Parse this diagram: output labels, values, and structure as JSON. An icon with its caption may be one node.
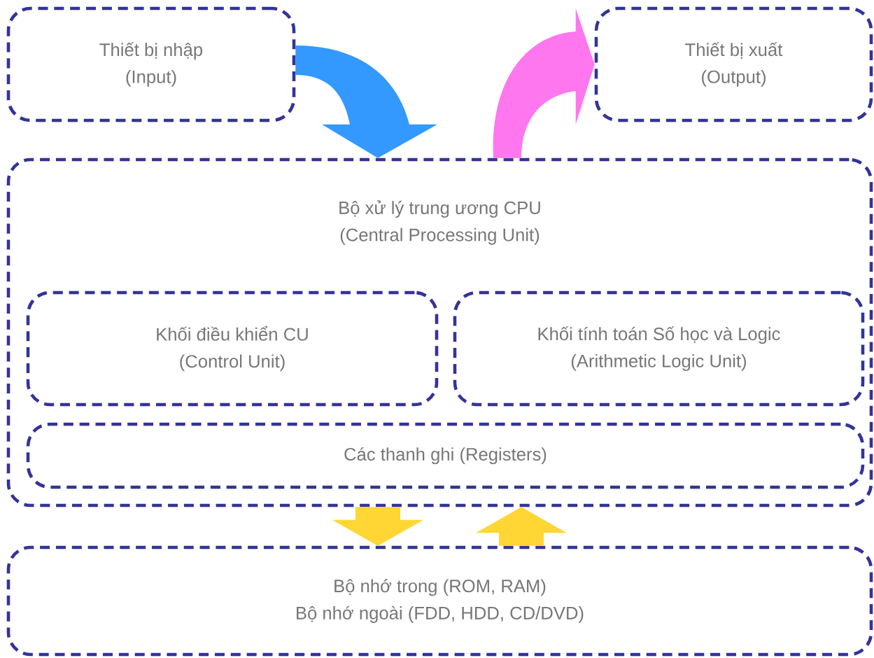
{
  "diagram": {
    "nodes": [
      {
        "text": [
          "Thiết bị nhập",
          "(Input)"
        ]
      },
      {
        "text": [
          "Thiết bị xuất",
          "(Output)"
        ]
      },
      {
        "text": [
          "Bộ xử lý trung ương CPU",
          "(Central Processing Unit)"
        ]
      },
      {
        "text": [
          "Khối điều khiển CU",
          "(Control Unit)"
        ],
        "in": 2
      },
      {
        "text": [
          "Khối tính toán Số học và Logic",
          "(Arithmetic Logic Unit)"
        ],
        "in": 2
      },
      {
        "text": [
          "Các thanh ghi (Registers)"
        ],
        "in": 2
      },
      {
        "text": [
          "Bộ nhớ trong (ROM, RAM)",
          "Bộ nhớ ngoài (FDD, HDD, CD/DVD)"
        ]
      }
    ],
    "edges": [
      {
        "from": 0,
        "to": 2,
        "arrow": "to",
        "color": "#3399ff"
      },
      {
        "from": 2,
        "to": 1,
        "arrow": "to",
        "color": "#ff77ee"
      },
      {
        "from": 2,
        "to": 6,
        "arrow": "to",
        "color": "#ffd633"
      },
      {
        "from": 6,
        "to": 2,
        "arrow": "to",
        "color": "#ffd633"
      }
    ]
  }
}
